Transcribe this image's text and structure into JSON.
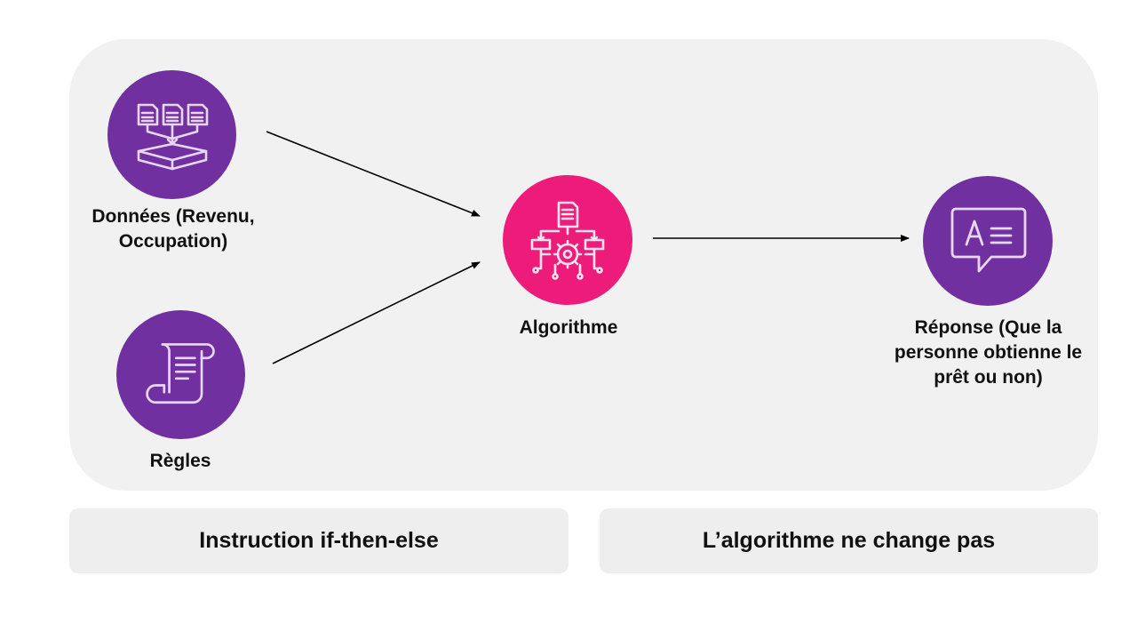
{
  "nodes": {
    "data_input": {
      "label": "Données (Revenu, Occupation)",
      "icon": "documents-into-tray-icon"
    },
    "rules": {
      "label": "Règles",
      "icon": "scroll-document-icon"
    },
    "algorithm": {
      "label": "Algorithme",
      "icon": "algorithm-flowchart-gear-icon"
    },
    "response": {
      "label": "Réponse (Que la personne obtienne le prêt ou non)",
      "icon": "speech-bubble-text-icon"
    }
  },
  "boxes": {
    "left": "Instruction if-then-else",
    "right": "L’algorithme ne change pas"
  },
  "colors": {
    "panel": "#f1f1f1",
    "purple": "#7030a0",
    "pink": "#ed1c7a",
    "box": "#eeeeee"
  }
}
